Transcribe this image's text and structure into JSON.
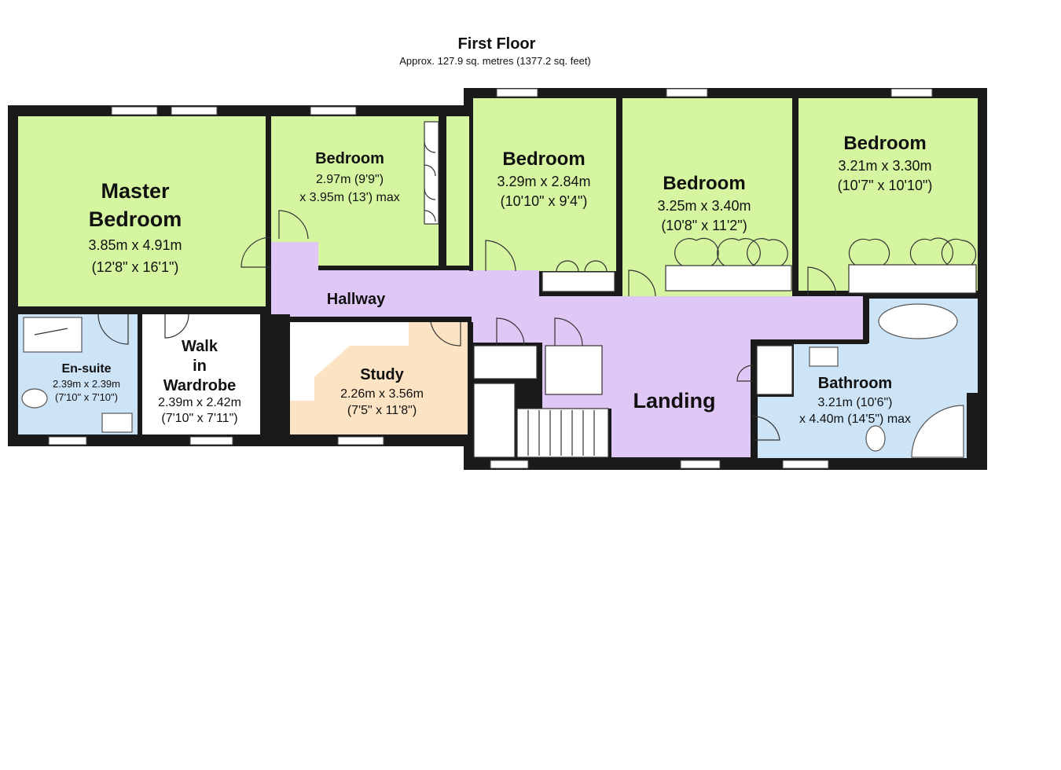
{
  "floor": {
    "title": "First Floor",
    "subtitle": "Approx. 127.9 sq. metres (1377.2 sq. feet)"
  },
  "colors": {
    "bedroom": "#d6f5a0",
    "hallway": "#e0c8f6",
    "wet_room": "#cde4f7",
    "study": "#fbe3c3",
    "wardrobe": "#ffffff",
    "wall": "#1a1a1a"
  },
  "rooms": {
    "master": {
      "name_line1": "Master",
      "name_line2": "Bedroom",
      "dim_metric": "3.85m x 4.91m",
      "dim_imperial": "(12'8\" x 16'1\")"
    },
    "bedroom2": {
      "name": "Bedroom",
      "dim_line1": "2.97m (9'9\")",
      "dim_line2": "x 3.95m (13') max"
    },
    "bedroom3": {
      "name": "Bedroom",
      "dim_metric": "3.29m x 2.84m",
      "dim_imperial": "(10'10\" x 9'4\")"
    },
    "bedroom4": {
      "name": "Bedroom",
      "dim_metric": "3.25m x 3.40m",
      "dim_imperial": "(10'8\" x 11'2\")"
    },
    "bedroom5": {
      "name": "Bedroom",
      "dim_metric": "3.21m x 3.30m",
      "dim_imperial": "(10'7\" x 10'10\")"
    },
    "ensuite": {
      "name": "En-suite",
      "dim_metric": "2.39m x 2.39m",
      "dim_imperial": "(7'10\" x 7'10\")"
    },
    "wardrobe": {
      "name_line1": "Walk",
      "name_line2": "in",
      "name_line3": "Wardrobe",
      "dim_metric": "2.39m x 2.42m",
      "dim_imperial": "(7'10\" x 7'11\")"
    },
    "hallway": {
      "name": "Hallway"
    },
    "study": {
      "name": "Study",
      "dim_metric": "2.26m x 3.56m",
      "dim_imperial": "(7'5\" x 11'8\")"
    },
    "landing": {
      "name": "Landing"
    },
    "bathroom": {
      "name": "Bathroom",
      "dim_line1": "3.21m (10'6\")",
      "dim_line2": "x 4.40m (14'5\") max"
    }
  }
}
